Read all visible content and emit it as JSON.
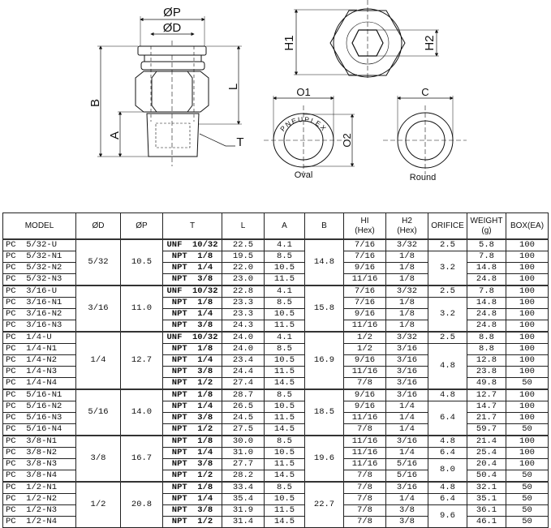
{
  "drawing": {
    "labels": {
      "op": "ØP",
      "od": "ØD",
      "b": "B",
      "l": "L",
      "a": "A",
      "t": "T",
      "h1": "H1",
      "h2": "H2",
      "o1": "O1",
      "o2": "O2",
      "c": "C",
      "oval": "Oval",
      "round": "Round"
    },
    "logo_text": "PNEUPLEX"
  },
  "table": {
    "headers": [
      "MODEL",
      "ØD",
      "ØP",
      "T",
      "L",
      "A",
      "B",
      "HI\n(Hex)",
      "H2\n(Hex)",
      "ORIFICE",
      "WEIGHT\n(g)",
      "BOX(EA)"
    ],
    "groups": [
      {
        "od": "5/32",
        "op": "10.5",
        "b": "14.8",
        "rows": [
          {
            "model": "PC  5/32-U",
            "t": "UNF  10/32",
            "l": "22.5",
            "a": "4.1",
            "h1": "7/16",
            "h2": "3/32",
            "weight": "5.8",
            "box": "100"
          },
          {
            "model": "PC  5/32-N1",
            "t": "NPT  1/8",
            "l": "19.5",
            "a": "8.5",
            "h1": "7/16",
            "h2": "1/8",
            "weight": "7.8",
            "box": "100"
          },
          {
            "model": "PC  5/32-N2",
            "t": "NPT  1/4",
            "l": "22.0",
            "a": "10.5",
            "h1": "9/16",
            "h2": "1/8",
            "weight": "14.8",
            "box": "100"
          },
          {
            "model": "PC  5/32-N3",
            "t": "NPT  3/8",
            "l": "23.0",
            "a": "11.5",
            "h1": "11/16",
            "h2": "1/8",
            "weight": "24.8",
            "box": "100"
          }
        ],
        "orifice": [
          {
            "value": "2.5",
            "span": 1
          },
          {
            "value": "3.2",
            "span": 3
          }
        ]
      },
      {
        "od": "3/16",
        "op": "11.0",
        "b": "15.8",
        "rows": [
          {
            "model": "PC  3/16-U",
            "t": "UNF  10/32",
            "l": "22.8",
            "a": "4.1",
            "h1": "7/16",
            "h2": "3/32",
            "weight": "7.8",
            "box": "100"
          },
          {
            "model": "PC  3/16-N1",
            "t": "NPT  1/8",
            "l": "23.3",
            "a": "8.5",
            "h1": "7/16",
            "h2": "1/8",
            "weight": "14.8",
            "box": "100"
          },
          {
            "model": "PC  3/16-N2",
            "t": "NPT  1/4",
            "l": "23.3",
            "a": "10.5",
            "h1": "9/16",
            "h2": "1/8",
            "weight": "24.8",
            "box": "100"
          },
          {
            "model": "PC  3/16-N3",
            "t": "NPT  3/8",
            "l": "24.3",
            "a": "11.5",
            "h1": "11/16",
            "h2": "1/8",
            "weight": "24.8",
            "box": "100"
          }
        ],
        "orifice": [
          {
            "value": "2.5",
            "span": 1
          },
          {
            "value": "3.2",
            "span": 3
          }
        ]
      },
      {
        "od": "1/4",
        "op": "12.7",
        "b": "16.9",
        "rows": [
          {
            "model": "PC  1/4-U",
            "t": "UNF  10/32",
            "l": "24.0",
            "a": "4.1",
            "h1": "1/2",
            "h2": "3/32",
            "weight": "8.8",
            "box": "100"
          },
          {
            "model": "PC  1/4-N1",
            "t": "NPT  1/8",
            "l": "24.0",
            "a": "8.5",
            "h1": "1/2",
            "h2": "3/16",
            "weight": "8.8",
            "box": "100"
          },
          {
            "model": "PC  1/4-N2",
            "t": "NPT  1/4",
            "l": "23.4",
            "a": "10.5",
            "h1": "9/16",
            "h2": "3/16",
            "weight": "12.8",
            "box": "100"
          },
          {
            "model": "PC  1/4-N3",
            "t": "NPT  3/8",
            "l": "24.4",
            "a": "11.5",
            "h1": "11/16",
            "h2": "3/16",
            "weight": "23.8",
            "box": "100"
          },
          {
            "model": "PC  1/4-N4",
            "t": "NPT  1/2",
            "l": "27.4",
            "a": "14.5",
            "h1": "7/8",
            "h2": "3/16",
            "weight": "49.8",
            "box": "50"
          }
        ],
        "orifice": [
          {
            "value": "2.5",
            "span": 1
          },
          {
            "value": "4.8",
            "span": 4
          }
        ]
      },
      {
        "od": "5/16",
        "op": "14.0",
        "b": "18.5",
        "rows": [
          {
            "model": "PC  5/16-N1",
            "t": "NPT  1/8",
            "l": "28.7",
            "a": "8.5",
            "h1": "9/16",
            "h2": "3/16",
            "weight": "12.7",
            "box": "100"
          },
          {
            "model": "PC  5/16-N2",
            "t": "NPT  1/4",
            "l": "26.5",
            "a": "10.5",
            "h1": "9/16",
            "h2": "1/4",
            "weight": "14.7",
            "box": "100"
          },
          {
            "model": "PC  5/16-N3",
            "t": "NPT  3/8",
            "l": "24.5",
            "a": "11.5",
            "h1": "11/16",
            "h2": "1/4",
            "weight": "21.7",
            "box": "100"
          },
          {
            "model": "PC  5/16-N4",
            "t": "NPT  1/2",
            "l": "27.5",
            "a": "14.5",
            "h1": "7/8",
            "h2": "1/4",
            "weight": "59.7",
            "box": "50"
          }
        ],
        "orifice": [
          {
            "value": "4.8",
            "span": 1
          },
          {
            "value": "6.4",
            "span": 3
          }
        ]
      },
      {
        "od": "3/8",
        "op": "16.7",
        "b": "19.6",
        "rows": [
          {
            "model": "PC  3/8-N1",
            "t": "NPT  1/8",
            "l": "30.0",
            "a": "8.5",
            "h1": "11/16",
            "h2": "3/16",
            "weight": "21.4",
            "box": "100"
          },
          {
            "model": "PC  3/8-N2",
            "t": "NPT  1/4",
            "l": "31.0",
            "a": "10.5",
            "h1": "11/16",
            "h2": "1/4",
            "weight": "25.4",
            "box": "100"
          },
          {
            "model": "PC  3/8-N3",
            "t": "NPT  3/8",
            "l": "27.7",
            "a": "11.5",
            "h1": "11/16",
            "h2": "5/16",
            "weight": "20.4",
            "box": "100"
          },
          {
            "model": "PC  3/8-N4",
            "t": "NPT  1/2",
            "l": "28.2",
            "a": "14.5",
            "h1": "7/8",
            "h2": "5/16",
            "weight": "50.4",
            "box": "50"
          }
        ],
        "orifice": [
          {
            "value": "4.8",
            "span": 1
          },
          {
            "value": "6.4",
            "span": 1
          },
          {
            "value": "8.0",
            "span": 2
          }
        ]
      },
      {
        "od": "1/2",
        "op": "20.8",
        "b": "22.7",
        "rows": [
          {
            "model": "PC  1/2-N1",
            "t": "NPT  1/8",
            "l": "33.4",
            "a": "8.5",
            "h1": "7/8",
            "h2": "3/16",
            "weight": "32.1",
            "box": "50"
          },
          {
            "model": "PC  1/2-N2",
            "t": "NPT  1/4",
            "l": "35.4",
            "a": "10.5",
            "h1": "7/8",
            "h2": "1/4",
            "weight": "35.1",
            "box": "50"
          },
          {
            "model": "PC  1/2-N3",
            "t": "NPT  3/8",
            "l": "31.9",
            "a": "11.5",
            "h1": "7/8",
            "h2": "3/8",
            "weight": "36.1",
            "box": "50"
          },
          {
            "model": "PC  1/2-N4",
            "t": "NPT  1/2",
            "l": "31.4",
            "a": "14.5",
            "h1": "7/8",
            "h2": "3/8",
            "weight": "46.1",
            "box": "50"
          }
        ],
        "orifice": [
          {
            "value": "4.8",
            "span": 1
          },
          {
            "value": "6.4",
            "span": 1
          },
          {
            "value": "9.6",
            "span": 2
          }
        ]
      }
    ]
  }
}
